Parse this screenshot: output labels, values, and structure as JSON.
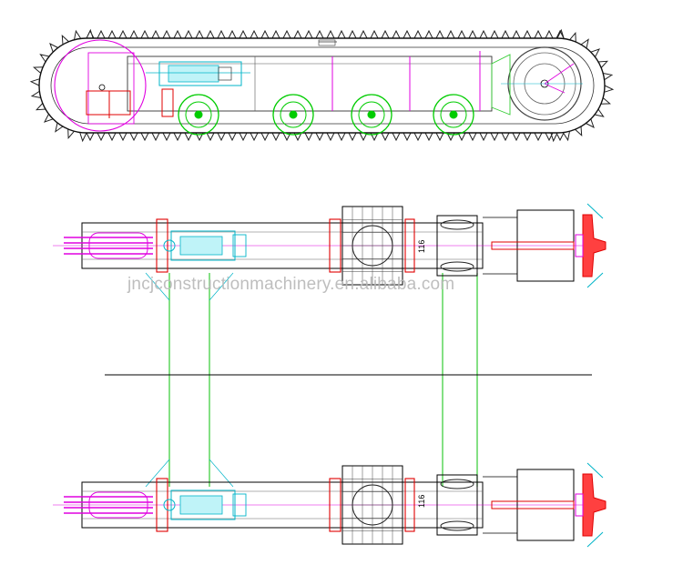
{
  "watermark": {
    "text": "jncjconstructionmachinery.en.alibaba.com"
  },
  "dimensions": {
    "upper_track_width": "116",
    "lower_track_width": "116"
  },
  "colors": {
    "outline": "#000000",
    "track_chain": "#222222",
    "roller_green": "#00cc00",
    "frame_green": "#33cc33",
    "tensioner_cyan": "#00b4c8",
    "idler_magenta": "#e000e0",
    "section_red": "#e00000",
    "sprocket_gray": "#666666"
  },
  "icons": {
    "sprocket": "drive-sprocket-icon",
    "idler": "idler-wheel-icon",
    "roller": "track-roller-icon",
    "motor": "travel-motor-icon"
  },
  "counts": {
    "side_view_rollers": 4,
    "plan_view_tracks": 2
  }
}
